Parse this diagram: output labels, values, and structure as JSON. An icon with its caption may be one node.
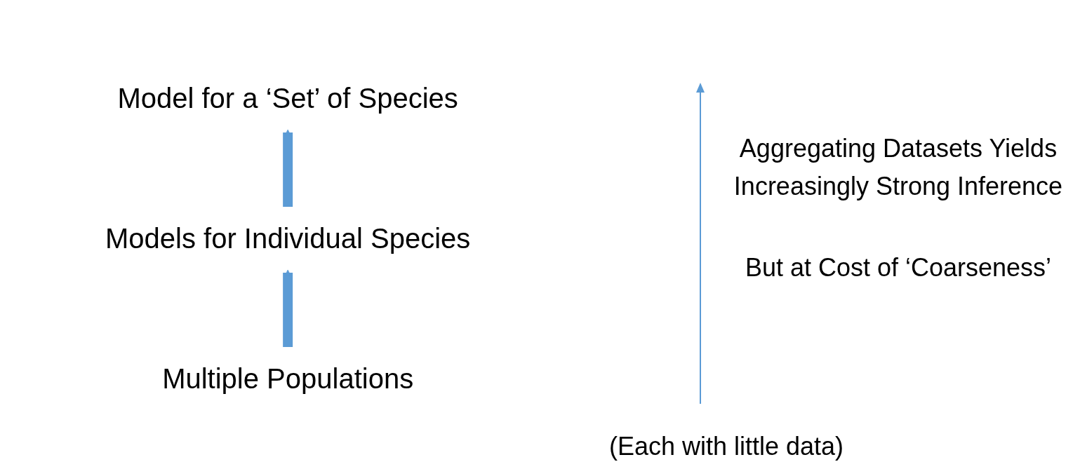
{
  "diagram": {
    "nodes": [
      {
        "text": [
          "Model for a ‘Set’ of Species"
        ]
      },
      {
        "text": [
          "Models for Individual Species"
        ]
      },
      {
        "text": [
          "Multiple Populations"
        ]
      }
    ],
    "edges": [
      {
        "from": 2,
        "to": 1,
        "arrow": "to"
      },
      {
        "from": 1,
        "to": 0,
        "arrow": "to"
      }
    ],
    "labels": [
      "Aggregating Datasets Yields Increasingly Strong Inference",
      "But at Cost of ‘Coarseness’",
      "(Each with little data)"
    ]
  }
}
